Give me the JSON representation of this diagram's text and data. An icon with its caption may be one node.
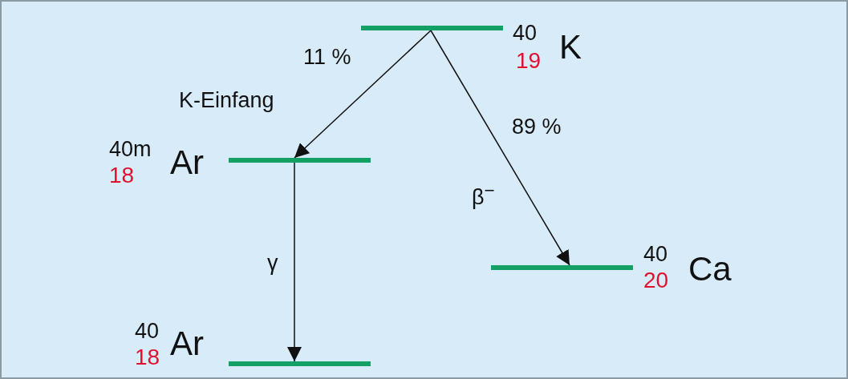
{
  "diagram": {
    "nodes": [
      {
        "text": [],
        "shape": "bar",
        "beside": [
          "40",
          "19",
          "K"
        ]
      },
      {
        "text": [],
        "shape": "bar",
        "beside": [
          "40m",
          "18",
          "Ar"
        ]
      },
      {
        "text": [],
        "shape": "bar",
        "beside": [
          "40",
          "18",
          "Ar"
        ]
      },
      {
        "text": [],
        "shape": "bar",
        "beside": [
          "40",
          "20",
          "Ca"
        ]
      }
    ],
    "edges": [
      {
        "from": 0,
        "to": 1,
        "arrow": "to",
        "label": "11 %"
      },
      {
        "from": 1,
        "to": 2,
        "arrow": "to",
        "label": "γ"
      },
      {
        "from": 0,
        "to": 3,
        "arrow": "to",
        "label": "89 %"
      }
    ],
    "labels": [
      "K-Einfang",
      "β$^{−}$"
    ]
  }
}
